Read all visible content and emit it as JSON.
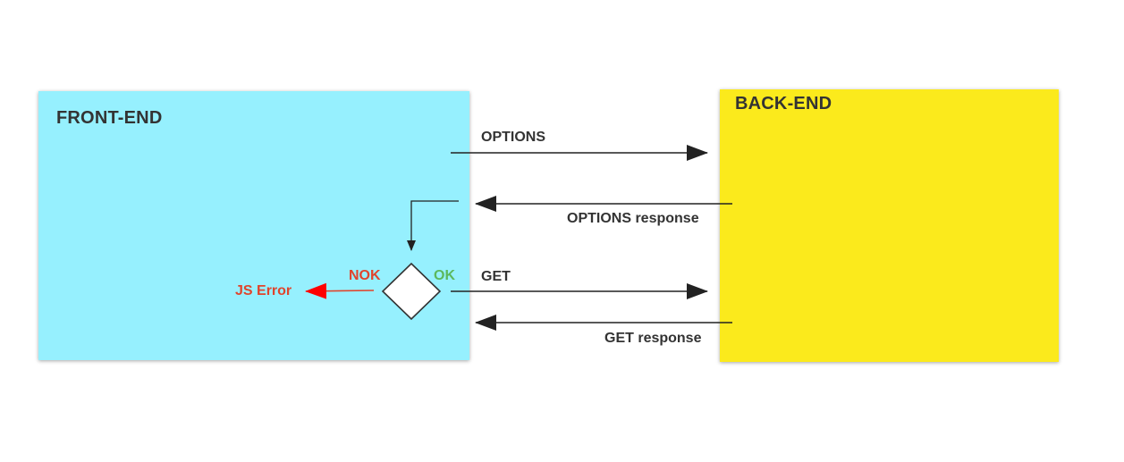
{
  "front_end": {
    "title": "FRONT-END",
    "color": "#96f0fe"
  },
  "back_end": {
    "title": "BACK-END",
    "color": "#fbea1c"
  },
  "arrows": {
    "options_request": "OPTIONS",
    "options_response": "OPTIONS response",
    "get_request": "GET",
    "get_response": "GET response"
  },
  "decision": {
    "ok_label": "OK",
    "nok_label": "NOK",
    "error_label": "JS Error",
    "ok_color": "#5cb85c",
    "nok_color": "#e0442c",
    "error_arrow_color": "#ff0000"
  },
  "text_color": "#333333"
}
